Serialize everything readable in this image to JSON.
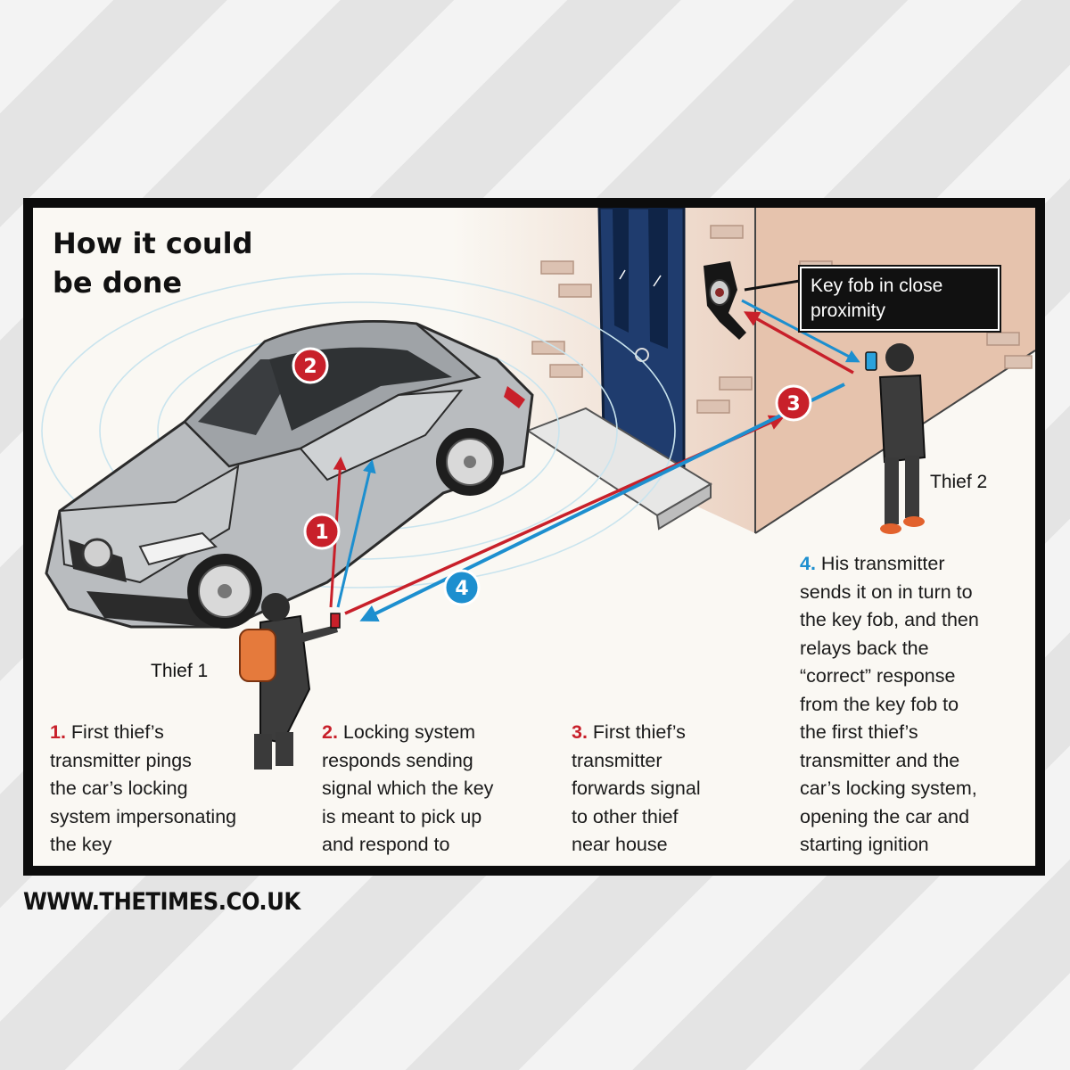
{
  "title_lines": [
    "How it could",
    "be done"
  ],
  "callout_lines": [
    "Key fob in close",
    "proximity"
  ],
  "thieves": {
    "thief1": "Thief 1",
    "thief2": "Thief 2"
  },
  "badges": [
    "1",
    "2",
    "3",
    "4"
  ],
  "steps": [
    {
      "num": "1.",
      "lines": [
        "First thief’s",
        "transmitter pings",
        "the car’s locking",
        "system impersonating",
        "the key"
      ]
    },
    {
      "num": "2.",
      "lines": [
        "Locking system",
        "responds sending",
        "signal which the key",
        "is meant to pick up",
        "and respond to"
      ]
    },
    {
      "num": "3.",
      "lines": [
        "First thief’s",
        "transmitter",
        "forwards signal",
        "to other thief",
        "near house"
      ]
    },
    {
      "num": "4.",
      "lines": [
        "His transmitter",
        "sends it on in turn to",
        "the key fob, and then",
        "relays back the",
        "“correct” response",
        "from the key fob to",
        "the first thief’s",
        "transmitter and the",
        "car’s locking system,",
        "opening the car and",
        "starting ignition"
      ]
    }
  ],
  "source": "WWW.THETIMES.CO.UK",
  "colors": {
    "red": "#c8202a",
    "blue": "#1d8fcf",
    "wall": "#e6c3ad",
    "door": "#1f3c6e",
    "car": "#b9bcbf"
  }
}
